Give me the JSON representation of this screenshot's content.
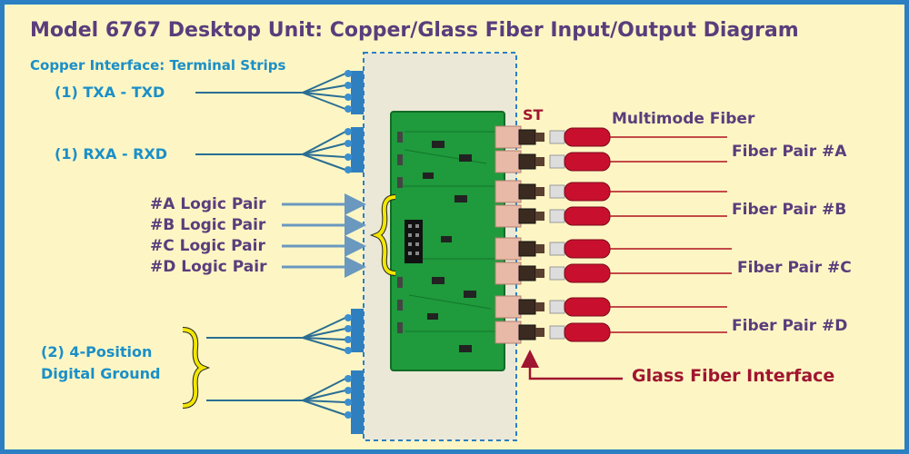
{
  "title": "Model 6767 Desktop Unit: Copper/Glass Fiber Input/Output Diagram",
  "copper": {
    "heading": "Copper Interface: Terminal Strips",
    "txa": "(1) TXA - TXD",
    "rxa": "(1) RXA - RXD",
    "ground_line1": "(2) 4-Position",
    "ground_line2": "Digital Ground"
  },
  "logic_pairs": [
    "#A Logic Pair",
    "#B Logic Pair",
    "#C Logic Pair",
    "#D Logic Pair"
  ],
  "fiber": {
    "st_label": "ST",
    "multimode_label": "Multimode Fiber",
    "pairs": [
      "Fiber Pair #A",
      "Fiber Pair #B",
      "Fiber Pair #C",
      "Fiber Pair #D"
    ],
    "glass_interface": "Glass Fiber Interface"
  },
  "colors": {
    "background": "#fdf6c4",
    "border": "#2b7fc2",
    "copper_text": "#1b8fc8",
    "purple_text": "#5a3d7c",
    "glass_text": "#a01530",
    "board": "#1f9a3c",
    "fiber_line": "#b01020",
    "brace": "#f2e600"
  }
}
